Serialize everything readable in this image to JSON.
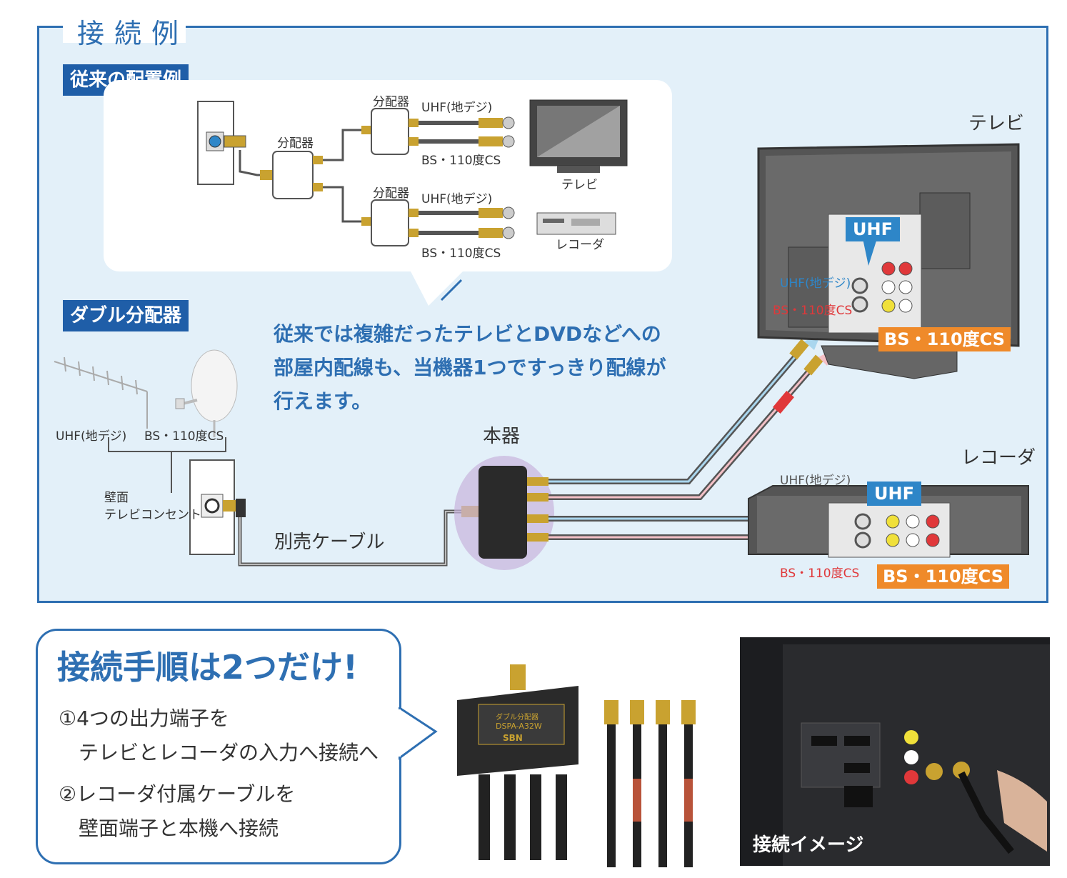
{
  "title": "接続例",
  "conventional": {
    "label": "従来の配置例",
    "splitter_main": "分配器",
    "splitter_top": "分配器",
    "splitter_bottom": "分配器",
    "uhf_top": "UHF(地デジ)",
    "bs_top": "BS・110度CS",
    "uhf_bottom": "UHF(地デジ)",
    "bs_bottom": "BS・110度CS",
    "tv_label": "テレビ",
    "recorder_label": "レコーダ"
  },
  "double": {
    "label": "ダブル分配器",
    "antenna_uhf": "UHF(地デジ)",
    "antenna_bs": "BS・110度CS",
    "wall_outlet_line1": "壁面",
    "wall_outlet_line2": "テレビコンセント",
    "cable": "別売ケーブル",
    "device": "本器"
  },
  "description": [
    "従来では複雑だったテレビとDVDなどへの",
    "部屋内配線も、当機器1つですっきり配線が",
    "行えます。"
  ],
  "tv": {
    "label": "テレビ",
    "uhf_tag": "UHF",
    "uhf_input": "UHF(地デジ)",
    "bs_input": "BS・110度CS",
    "bs_tag": "BS・110度CS"
  },
  "recorder": {
    "label": "レコーダ",
    "uhf_input": "UHF(地デジ)",
    "uhf_tag": "UHF",
    "bs_input": "BS・110度CS",
    "bs_tag": "BS・110度CS"
  },
  "steps": {
    "title": "接続手順は2つだけ!",
    "step1_line1": "①4つの出力端子を",
    "step1_line2": "テレビとレコーダの入力へ接続へ",
    "step2_line1": "②レコーダ付属ケーブルを",
    "step2_line2": "壁面端子と本機へ接続"
  },
  "product": {
    "model_top": "ダブル分配器",
    "model": "DSPA-A32W",
    "brand": "SBN"
  },
  "photo": {
    "caption": "接続イメージ"
  },
  "colors": {
    "brand_blue": "#2e6fb2",
    "panel_bg": "#e3f0f9",
    "orange": "#ef8a2a",
    "uhf_blue": "#2e86c8",
    "bs_red": "#e0383a"
  }
}
